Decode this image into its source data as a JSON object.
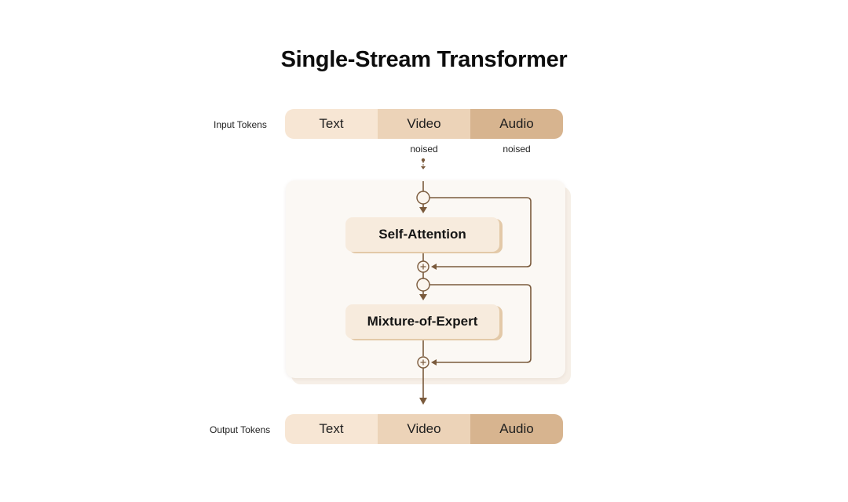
{
  "title": "Single-Stream Transformer",
  "input_row": {
    "label": "Input Tokens",
    "segments": [
      "Text",
      "Video",
      "Audio"
    ],
    "notes": [
      "noised",
      "noised"
    ]
  },
  "blocks": {
    "attention": "Self-Attention",
    "moe": "Mixture-of-Expert"
  },
  "output_row": {
    "label": "Output Tokens",
    "segments": [
      "Text",
      "Video",
      "Audio"
    ]
  },
  "colors": {
    "text_segment": "#f7e6d4",
    "video_segment": "#ecd3b8",
    "audio_segment": "#d7b48f",
    "connector": "#7a5a3c"
  }
}
